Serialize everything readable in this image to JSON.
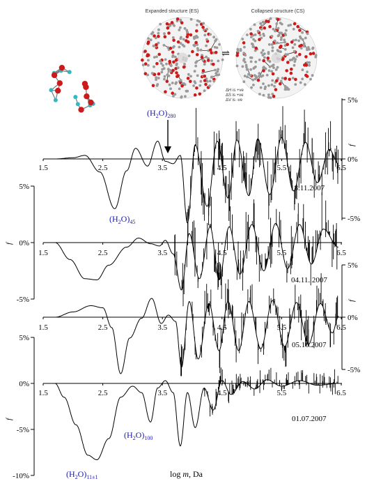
{
  "insets": {
    "small_cluster": "small water cluster (H2O) molecular model",
    "large_clusters": {
      "left_caption": "Expanded structure (ES)",
      "right_caption": "Collapsed structure (CS)",
      "equilibrium_symbol": "⇌",
      "thermo_notes": [
        "ΔH is +ve",
        "ΔS is +ve",
        "ΔV is -ve"
      ]
    }
  },
  "colors": {
    "annotation": "#1a1aa8",
    "trace": "#000000",
    "atom_oxygen": "#cc1a1a",
    "atom_hydrogen": "#2fb8c8",
    "atom_grey": "#9a9a9a"
  },
  "annotations": {
    "h2o_280": {
      "prefix": "(H",
      "sub1": "2",
      "mid": "O)",
      "sub2": "280"
    },
    "h2o_45": {
      "prefix": "(H",
      "sub1": "2",
      "mid": "O)",
      "sub2": "45"
    },
    "h2o_100": {
      "prefix": "(H",
      "sub1": "2",
      "mid": "O)",
      "sub2": "100"
    },
    "h2o_11": {
      "prefix": "(H",
      "sub1": "2",
      "mid": "O)",
      "sub2": "11±1"
    }
  },
  "x_axis_label": {
    "prefix": "log ",
    "italic": "m",
    "suffix": ", Da"
  },
  "chart_data": [
    {
      "type": "line",
      "date": "18.11.2007",
      "xlim": [
        1.5,
        6.5
      ],
      "x_ticks": [
        "1.5",
        "2.5",
        "3.5",
        "4.5",
        "5.5",
        "6.5"
      ],
      "y_axis_side": "right",
      "y_ticks": [
        "5%",
        "0%",
        "-5%"
      ],
      "ylabel": "f",
      "ylim": [
        -5.5,
        5.5
      ],
      "keypoints": [
        [
          1.7,
          0.0
        ],
        [
          2.0,
          0.1
        ],
        [
          2.2,
          0.3
        ],
        [
          2.45,
          -1.1
        ],
        [
          2.7,
          -4.2
        ],
        [
          2.9,
          -1.0
        ],
        [
          3.05,
          0.9
        ],
        [
          3.25,
          -0.6
        ],
        [
          3.42,
          1.5
        ],
        [
          3.55,
          -0.2
        ],
        [
          3.68,
          -0.4
        ],
        [
          3.8,
          0.3
        ],
        [
          3.92,
          -5.4
        ],
        [
          4.05,
          1.2
        ],
        [
          4.25,
          -4.0
        ],
        [
          4.42,
          1.5
        ],
        [
          4.6,
          -3.3
        ],
        [
          4.75,
          1.6
        ],
        [
          4.95,
          -3.1
        ],
        [
          5.1,
          1.7
        ],
        [
          5.3,
          -3.0
        ],
        [
          5.5,
          1.8
        ],
        [
          5.7,
          -2.7
        ],
        [
          5.9,
          1.4
        ],
        [
          6.1,
          -2.0
        ],
        [
          6.3,
          0.8
        ],
        [
          6.45,
          -0.4
        ]
      ],
      "peak_start": 3.9,
      "peak_amp": 3.0,
      "peak_count": 190
    },
    {
      "type": "line",
      "date": "04.11. 2007",
      "xlim": [
        1.5,
        6.5
      ],
      "x_ticks": [
        "1.5",
        "2.5",
        "3.5",
        "4.5",
        "5.5",
        "6.5"
      ],
      "y_axis_side": "left",
      "y_ticks": [
        "5%",
        "0%",
        "-5%"
      ],
      "ylabel": "f",
      "ylim": [
        -5.5,
        5.5
      ],
      "keypoints": [
        [
          1.7,
          0.0
        ],
        [
          1.95,
          -1.5
        ],
        [
          2.2,
          -3.2
        ],
        [
          2.4,
          -3.3
        ],
        [
          2.6,
          -2.0
        ],
        [
          2.9,
          -0.4
        ],
        [
          3.1,
          0.4
        ],
        [
          3.3,
          -0.1
        ],
        [
          3.45,
          -0.3
        ],
        [
          3.55,
          0.2
        ],
        [
          3.68,
          -1.0
        ],
        [
          3.82,
          -4.2
        ],
        [
          3.95,
          0.8
        ],
        [
          4.12,
          -3.2
        ],
        [
          4.3,
          1.4
        ],
        [
          4.45,
          -3.3
        ],
        [
          4.62,
          1.4
        ],
        [
          4.8,
          -2.8
        ],
        [
          5.0,
          1.6
        ],
        [
          5.2,
          -2.5
        ],
        [
          5.4,
          1.7
        ],
        [
          5.6,
          -2.3
        ],
        [
          5.8,
          1.6
        ],
        [
          6.0,
          -1.9
        ],
        [
          6.2,
          1.2
        ],
        [
          6.45,
          -0.4
        ]
      ],
      "peak_start": 3.7,
      "peak_amp": 3.2,
      "peak_count": 180
    },
    {
      "type": "line",
      "date": "05.10.2007",
      "xlim": [
        1.5,
        6.5
      ],
      "x_ticks": [
        "1.5",
        "2.5",
        "3.5",
        "4.5",
        "5.5",
        "6.5"
      ],
      "y_axis_side": "right",
      "y_ticks": [
        "5%",
        "0%",
        "-5%"
      ],
      "ylabel": "f",
      "ylim": [
        -5.5,
        5.5
      ],
      "keypoints": [
        [
          1.7,
          0.0
        ],
        [
          2.0,
          0.5
        ],
        [
          2.3,
          1.1
        ],
        [
          2.5,
          0.9
        ],
        [
          2.65,
          -1.0
        ],
        [
          2.8,
          -5.4
        ],
        [
          2.95,
          -2.0
        ],
        [
          3.15,
          -0.1
        ],
        [
          3.32,
          1.8
        ],
        [
          3.48,
          -0.6
        ],
        [
          3.6,
          0.2
        ],
        [
          3.72,
          -0.4
        ],
        [
          3.82,
          -4.8
        ],
        [
          3.95,
          1.5
        ],
        [
          4.1,
          -4.0
        ],
        [
          4.28,
          1.3
        ],
        [
          4.45,
          -3.2
        ],
        [
          4.6,
          1.5
        ],
        [
          4.78,
          -3.2
        ],
        [
          4.95,
          1.5
        ],
        [
          5.15,
          -3.0
        ],
        [
          5.35,
          1.6
        ],
        [
          5.55,
          -2.8
        ],
        [
          5.75,
          1.4
        ],
        [
          5.95,
          -2.6
        ],
        [
          6.15,
          1.3
        ],
        [
          6.35,
          -1.5
        ],
        [
          6.45,
          0.0
        ]
      ],
      "peak_start": 3.8,
      "peak_amp": 2.8,
      "peak_count": 185
    },
    {
      "type": "line",
      "date": "01.07.2007",
      "xlim": [
        1.5,
        6.5
      ],
      "x_ticks": [
        "1.5",
        "2.5",
        "3.5",
        "4.5",
        "5.5",
        "6.5"
      ],
      "y_axis_side": "left",
      "y_ticks": [
        "5%",
        "0%",
        "-5%",
        "-10%"
      ],
      "ylabel": "f",
      "ylim": [
        -10.5,
        5.5
      ],
      "keypoints": [
        [
          1.7,
          0.0
        ],
        [
          1.85,
          -1.5
        ],
        [
          2.05,
          -4.5
        ],
        [
          2.25,
          -7.8
        ],
        [
          2.4,
          -8.3
        ],
        [
          2.6,
          -6.0
        ],
        [
          2.8,
          -1.5
        ],
        [
          3.0,
          -0.3
        ],
        [
          3.15,
          -1.0
        ],
        [
          3.3,
          -4.2
        ],
        [
          3.42,
          -0.5
        ],
        [
          3.55,
          0.3
        ],
        [
          3.68,
          -1.0
        ],
        [
          3.8,
          -6.8
        ],
        [
          3.92,
          -1.0
        ],
        [
          4.05,
          -4.8
        ],
        [
          4.2,
          -0.5
        ],
        [
          4.35,
          -2.9
        ],
        [
          4.5,
          0.3
        ],
        [
          4.65,
          -1.2
        ],
        [
          4.85,
          0.2
        ],
        [
          5.05,
          -0.6
        ],
        [
          5.25,
          0.4
        ],
        [
          5.5,
          -0.3
        ],
        [
          5.8,
          0.3
        ],
        [
          6.1,
          -0.2
        ],
        [
          6.45,
          0.0
        ]
      ],
      "peak_start": 4.2,
      "peak_amp": 1.6,
      "peak_count": 170
    }
  ]
}
